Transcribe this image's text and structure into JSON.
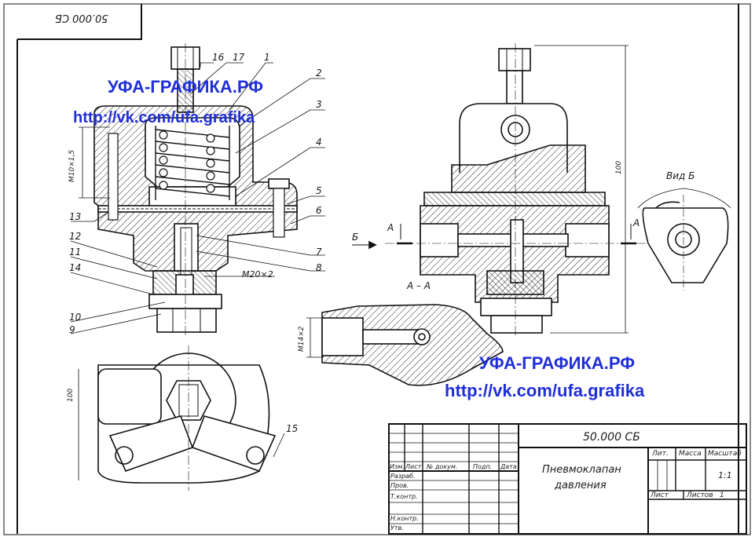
{
  "drawing": {
    "code_rotated": "50.000 СБ",
    "watermark_site": "УФА-ГРАФИКА.РФ",
    "watermark_url": "http://vk.com/ufa.grafika",
    "callouts": [
      "1",
      "2",
      "3",
      "4",
      "5",
      "6",
      "7",
      "8",
      "9",
      "10",
      "11",
      "12",
      "13",
      "14",
      "15",
      "16",
      "17"
    ],
    "dims": {
      "m10": "М10×1,5",
      "m20": "М20×2",
      "m14": "М14×2",
      "h100_left": "100",
      "h100_right": "100"
    },
    "sections": {
      "a_left": "А",
      "a_right": "А",
      "b_arrow": "Б",
      "aa": "А – А",
      "view_b": "Вид Б"
    }
  },
  "title_block": {
    "designation": "50.000 СБ",
    "name_line1": "Пневмоклапан",
    "name_line2": "давления",
    "col_izm": "Изм.",
    "col_list": "Лист",
    "col_doc": "№ докум.",
    "col_sign": "Подп.",
    "col_date": "Дата",
    "row_razrab": "Разраб.",
    "row_prov": "Пров.",
    "row_tkontr": "Т.контр.",
    "row_nkontr": "Н.контр.",
    "row_utv": "Утв.",
    "lit": "Лит.",
    "massa": "Масса",
    "masshtab": "Масштаб",
    "scale_value": "1:1",
    "sheet": "Лист",
    "sheets": "Листов",
    "sheets_value": "1"
  }
}
